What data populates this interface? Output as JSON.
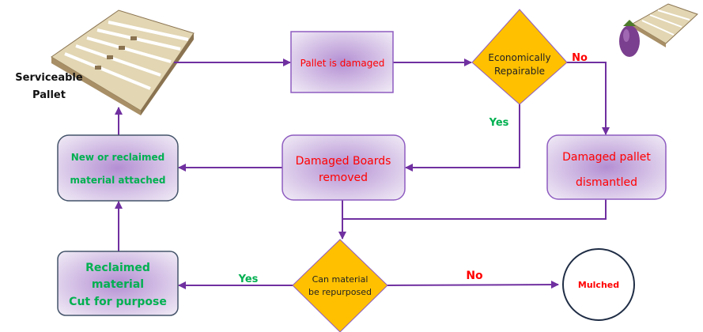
{
  "colors": {
    "arrow": "#7030a0",
    "red_text": "#ff0000",
    "green_text": "#00b050",
    "decision_fill": "#ffc000",
    "box_fill": "#d8cbe8"
  },
  "nodes": {
    "serviceable": {
      "line1": "Serviceable",
      "line2": "Pallet"
    },
    "damaged": {
      "label": "Pallet is damaged"
    },
    "repairable": {
      "line1": "Economically",
      "line2": "Repairable"
    },
    "dismantled": {
      "line1": "Damaged pallet",
      "line2": "dismantled"
    },
    "boards_removed": {
      "line1": "Damaged Boards",
      "line2": "removed"
    },
    "attached": {
      "line1": "New or reclaimed",
      "line2": "material attached"
    },
    "repurposed": {
      "line1": "Can material",
      "line2": "be repurposed"
    },
    "reclaimed": {
      "line1": "Reclaimed",
      "line2": "material",
      "line3": "Cut for purpose"
    },
    "mulched": {
      "label": "Mulched"
    }
  },
  "edge_labels": {
    "repairable_no": "No",
    "repairable_yes": "Yes",
    "repurpose_yes": "Yes",
    "repurpose_no": "No"
  },
  "icons": [
    "pallet-image",
    "small-pallet-eggplant-image"
  ]
}
